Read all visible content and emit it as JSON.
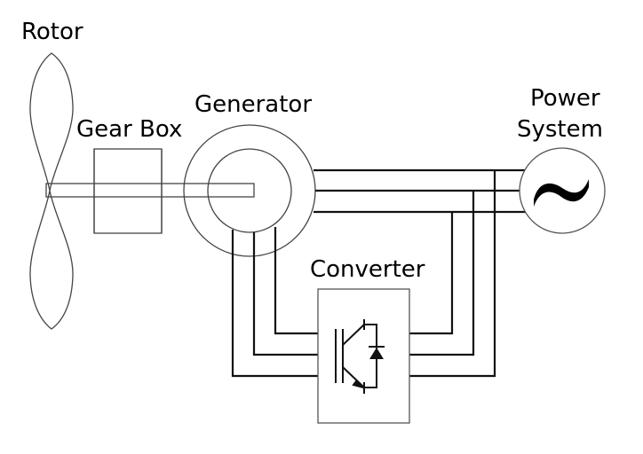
{
  "diagram": {
    "title": "Wind turbine with doubly-fed induction generator",
    "labels": {
      "rotor": "Rotor",
      "gearbox": "Gear Box",
      "generator": "Generator",
      "power_system_line1": "Power",
      "power_system_line2": "System",
      "converter": "Converter"
    },
    "power_system_symbol": "~",
    "components": [
      {
        "id": "rotor",
        "icon": "rotor-blades-icon"
      },
      {
        "id": "gearbox",
        "icon": "box"
      },
      {
        "id": "generator",
        "icon": "double-circle"
      },
      {
        "id": "power-system",
        "icon": "ac-source-icon"
      },
      {
        "id": "converter",
        "icon": "igbt-with-diode-icon"
      }
    ],
    "connections": [
      {
        "from": "rotor",
        "to": "gearbox",
        "type": "shaft"
      },
      {
        "from": "gearbox",
        "to": "generator",
        "type": "shaft"
      },
      {
        "from": "generator-stator",
        "to": "power-system",
        "type": "three-phase"
      },
      {
        "from": "generator-rotor",
        "to": "converter",
        "type": "three-phase"
      },
      {
        "from": "converter",
        "to": "power-system",
        "type": "three-phase"
      }
    ],
    "colors": {
      "line": "#111111",
      "outline": "#444444",
      "background": "#ffffff"
    }
  }
}
